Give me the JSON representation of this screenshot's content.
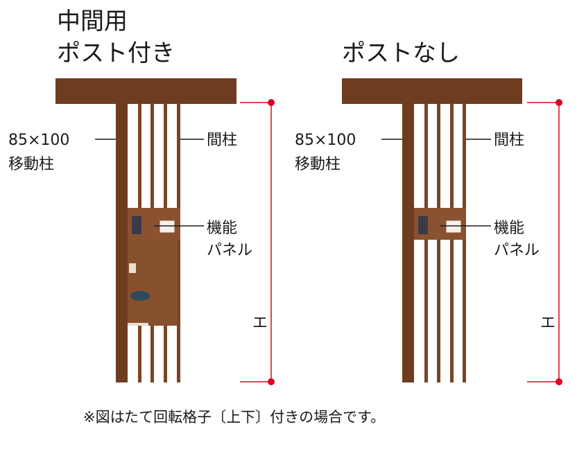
{
  "left": {
    "title_line1": "中間用",
    "title_line2": "ポスト付き",
    "post_size": "85×100",
    "post_label": "移動柱",
    "stud_label": "間柱",
    "panel_label_1": "機能",
    "panel_label_2": "パネル",
    "height_label": "エ"
  },
  "right": {
    "title": "ポストなし",
    "post_size": "85×100",
    "post_label": "移動柱",
    "stud_label": "間柱",
    "panel_label_1": "機能",
    "panel_label_2": "パネル",
    "height_label": "エ"
  },
  "footnote": "※図はたて回転格子〔上下〕付きの場合です。",
  "colors": {
    "wood": "#6e3d1f",
    "wood_light": "#8a5230",
    "dimension": "#e0001b"
  }
}
